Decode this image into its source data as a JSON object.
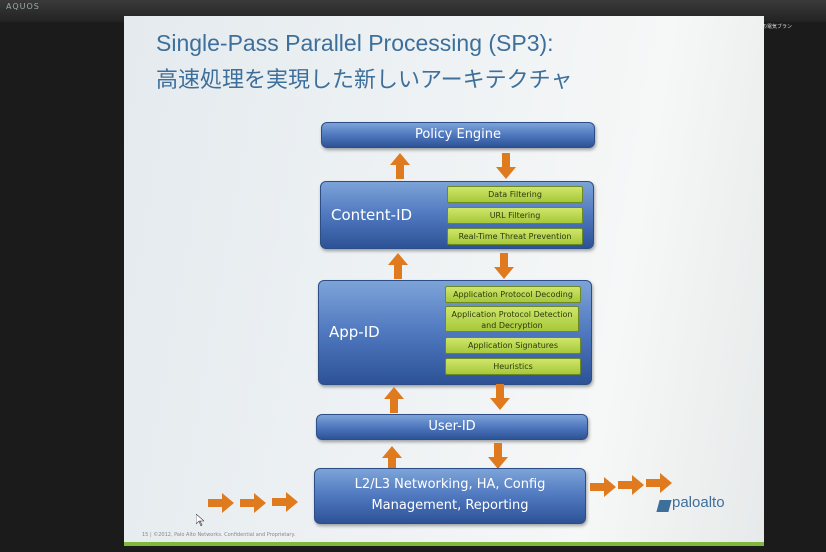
{
  "monitor": {
    "brand": "AQUOS",
    "ticker": "世界の電気ブラン"
  },
  "slide": {
    "title_line1": "Single-Pass Parallel Processing (SP3):",
    "title_line2": "高速処理を実現した新しいアーキテクチャ",
    "policy_engine": "Policy Engine",
    "content_id": {
      "label": "Content-ID",
      "items": [
        "Data Filtering",
        "URL Filtering",
        "Real-Time Threat Prevention"
      ]
    },
    "app_id": {
      "label": "App-ID",
      "items": [
        "Application Protocol Decoding",
        "Application Protocol Detection and Decryption",
        "Application Signatures",
        "Heuristics"
      ]
    },
    "user_id": "User-ID",
    "networking": {
      "line1": "L2/L3 Networking, HA, Config",
      "line2": "Management, Reporting"
    },
    "logo": "paloalto",
    "footer": "15 | ©2012, Palo Alto Networks. Confidential and Proprietary."
  },
  "colors": {
    "title": "#3d6f9a",
    "box": "#4f78bf",
    "pill": "#b9d64c",
    "arrow": "#e07a1f",
    "accent_line": "#7fb83a"
  }
}
